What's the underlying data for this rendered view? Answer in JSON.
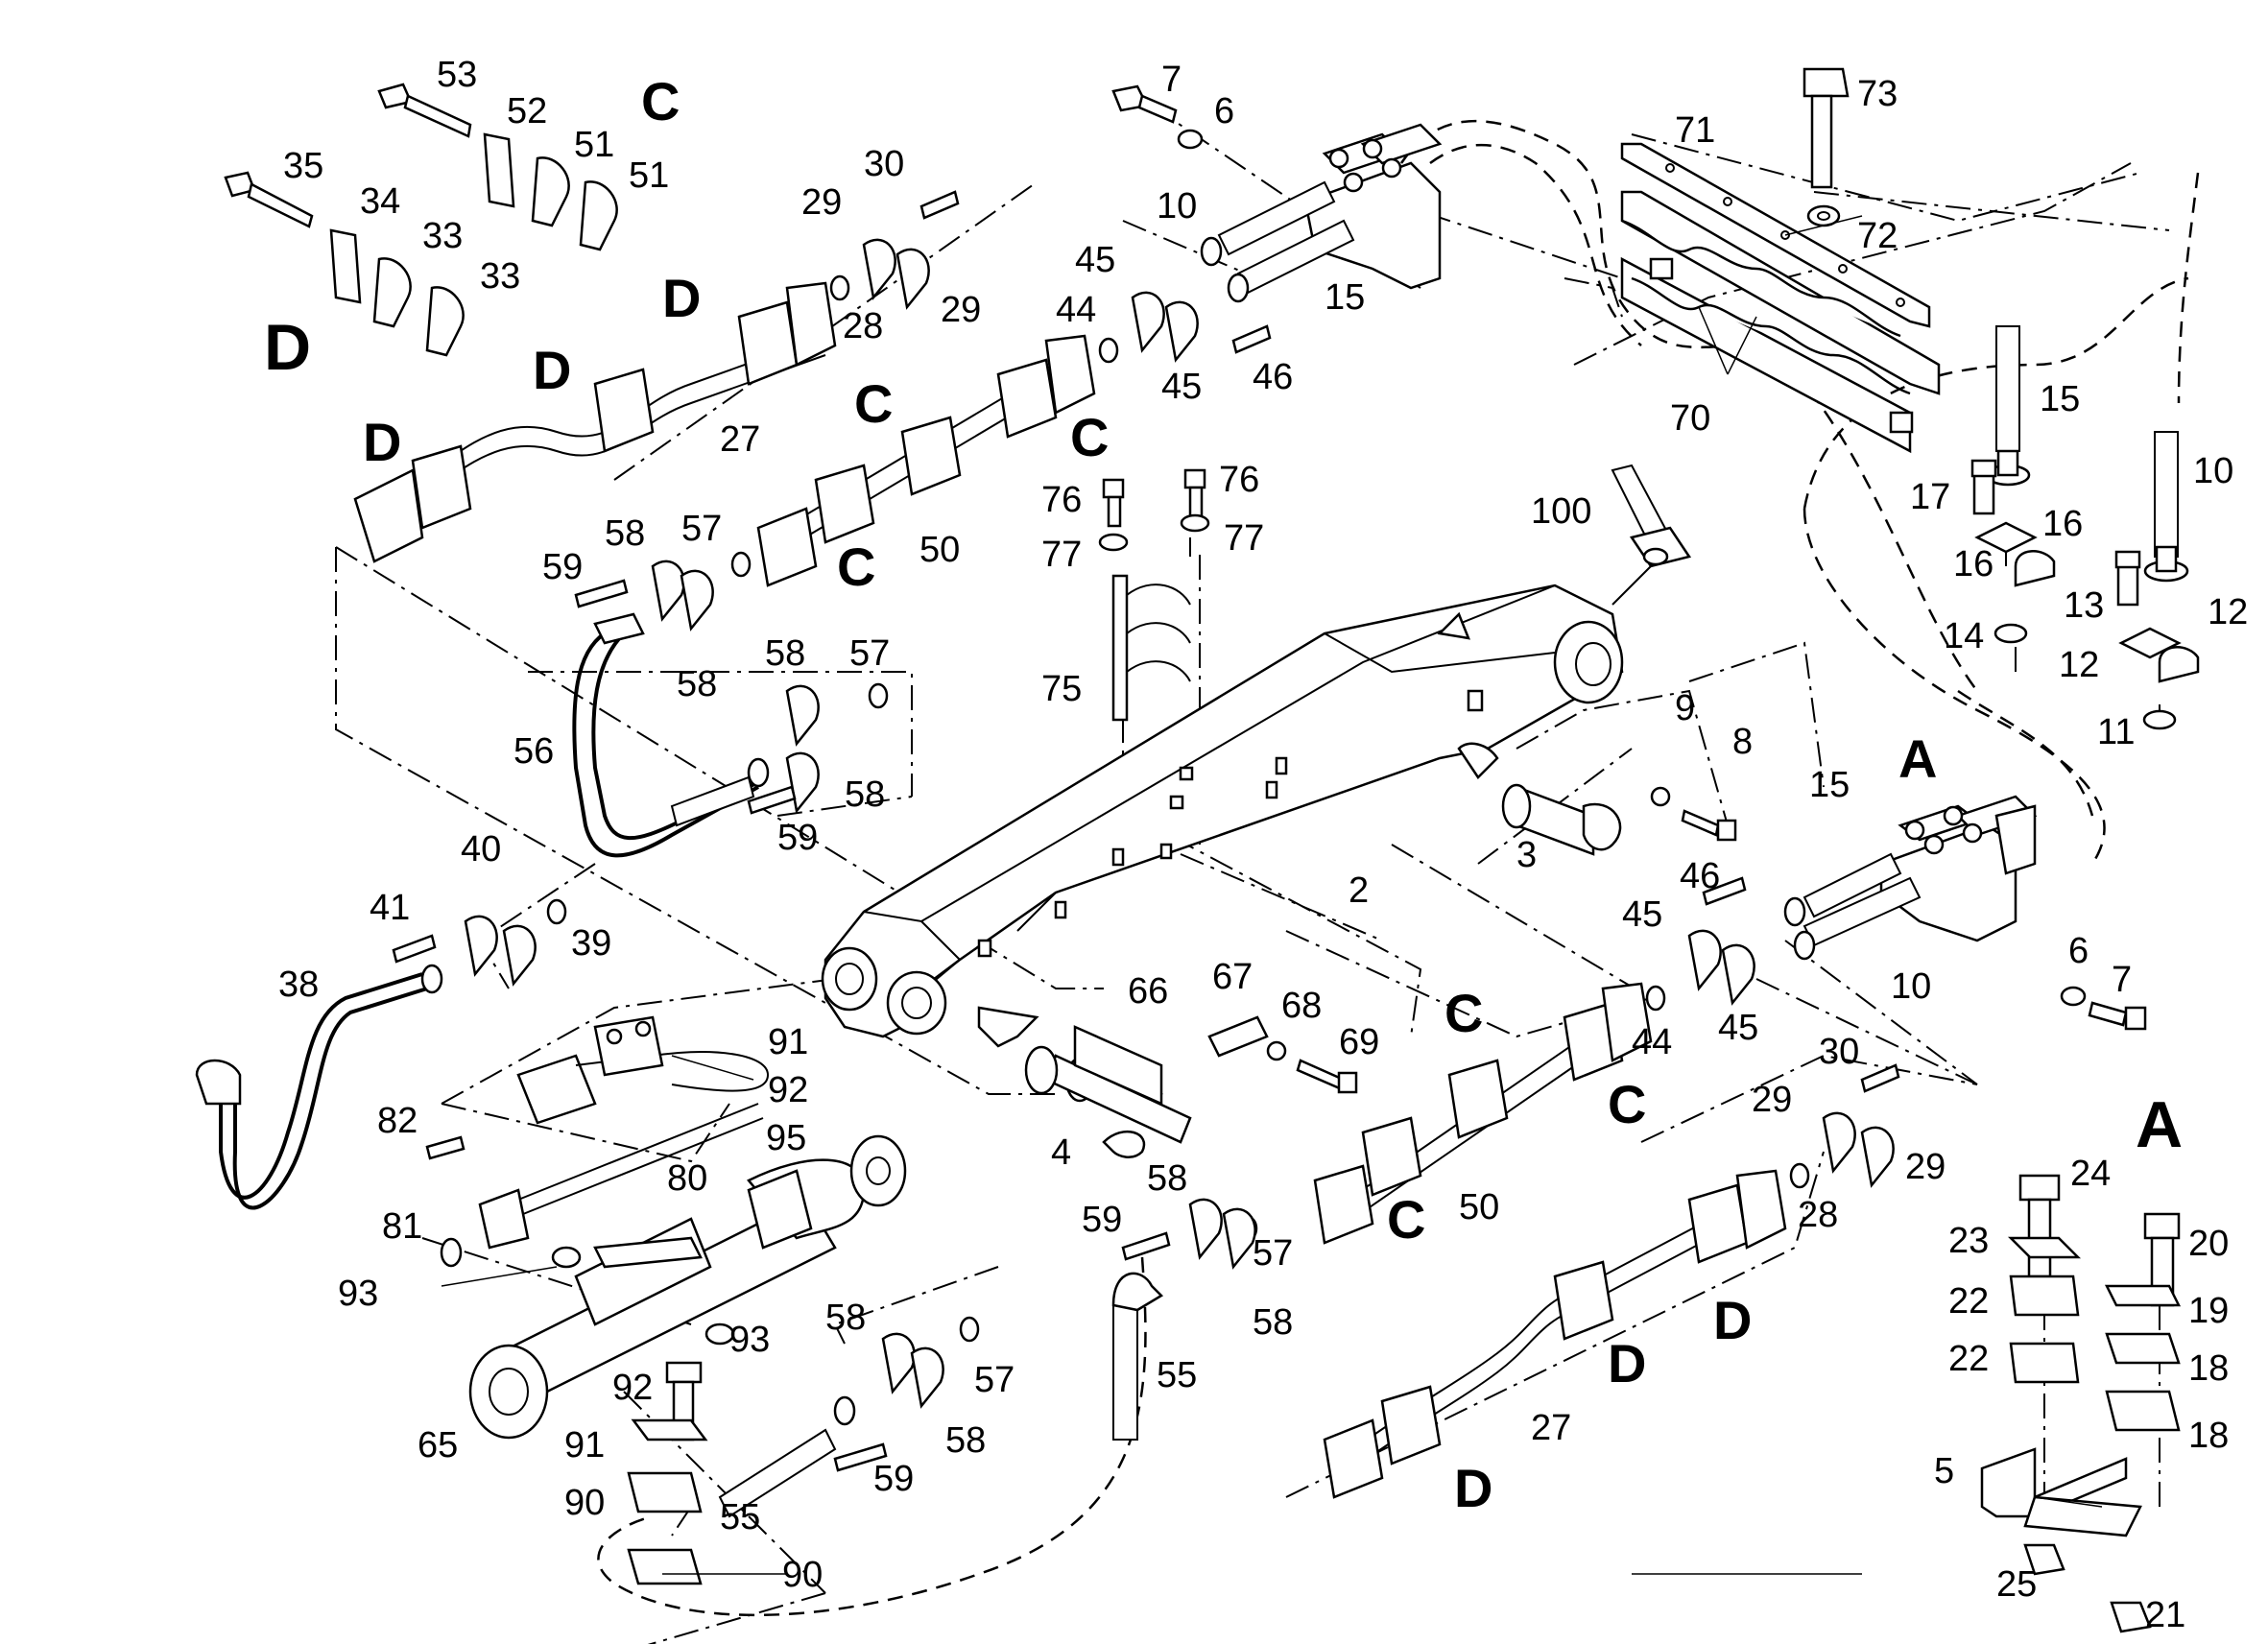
{
  "section_letters": [
    "C",
    "D",
    "D",
    "D",
    "D",
    "C",
    "C",
    "C",
    "A",
    "C",
    "C",
    "C",
    "D",
    "D",
    "D",
    "A"
  ],
  "callouts": [
    "53",
    "52",
    "51",
    "51",
    "35",
    "34",
    "33",
    "33",
    "30",
    "29",
    "28",
    "29",
    "7",
    "6",
    "10",
    "15",
    "45",
    "44",
    "45",
    "46",
    "27",
    "50",
    "71",
    "73",
    "72",
    "70",
    "15",
    "17",
    "16",
    "16",
    "10",
    "13",
    "12",
    "12",
    "14",
    "11",
    "76",
    "77",
    "76",
    "77",
    "75",
    "100",
    "59",
    "58",
    "57",
    "58",
    "58",
    "57",
    "56",
    "59",
    "58",
    "9",
    "8",
    "3",
    "2",
    "15",
    "46",
    "45",
    "44",
    "45",
    "6",
    "7",
    "10",
    "40",
    "41",
    "39",
    "38",
    "66",
    "67",
    "68",
    "69",
    "4",
    "91",
    "92",
    "95",
    "82",
    "80",
    "81",
    "93",
    "93",
    "65",
    "92",
    "91",
    "90",
    "55",
    "90",
    "58",
    "57",
    "58",
    "59",
    "59",
    "58",
    "57",
    "58",
    "55",
    "50",
    "30",
    "29",
    "28",
    "29",
    "27",
    "24",
    "23",
    "22",
    "22",
    "20",
    "19",
    "18",
    "18",
    "5",
    "25",
    "21"
  ]
}
